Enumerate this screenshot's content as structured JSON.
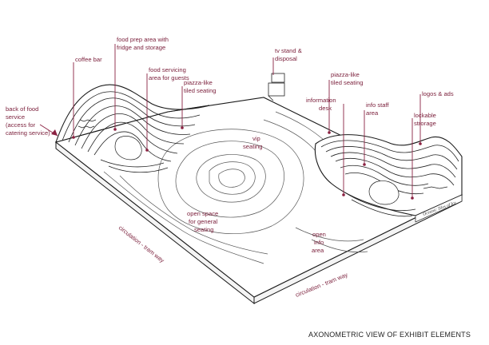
{
  "caption": "AXONOMETRIC VIEW OF EXHIBIT ELEMENTS",
  "sign_text": "Oceanic Tiles of Ice",
  "labels": {
    "food_prep": [
      "food prep area with",
      "fridge and storage"
    ],
    "coffee_bar": [
      "coffee bar"
    ],
    "food_servicing": [
      "food servicing",
      "area for guests"
    ],
    "piazza_left": [
      "piazza-like",
      "tiled seating"
    ],
    "back_of_food": [
      "back of food",
      "service",
      "(access for",
      "catering service)"
    ],
    "tv_stand": [
      "tv stand &",
      "disposal"
    ],
    "piazza_right": [
      "piazza-like",
      "tiled seating"
    ],
    "information_desk": [
      "information",
      "desk"
    ],
    "info_staff": [
      "info staff",
      "area"
    ],
    "logos_ads": [
      "logos & ads"
    ],
    "lockable_storage": [
      "lockable",
      "strorage"
    ],
    "vip_seating": [
      "vip",
      "seating"
    ],
    "open_space": [
      "open space",
      "for general",
      "seating"
    ],
    "open_info": [
      "open",
      "info",
      "area"
    ],
    "circulation_left": "circulation - tram way",
    "circulation_bottom": "circulation - tram way"
  },
  "colors": {
    "annotation": "#7a1e3a",
    "lines": "#1a1a1a"
  }
}
